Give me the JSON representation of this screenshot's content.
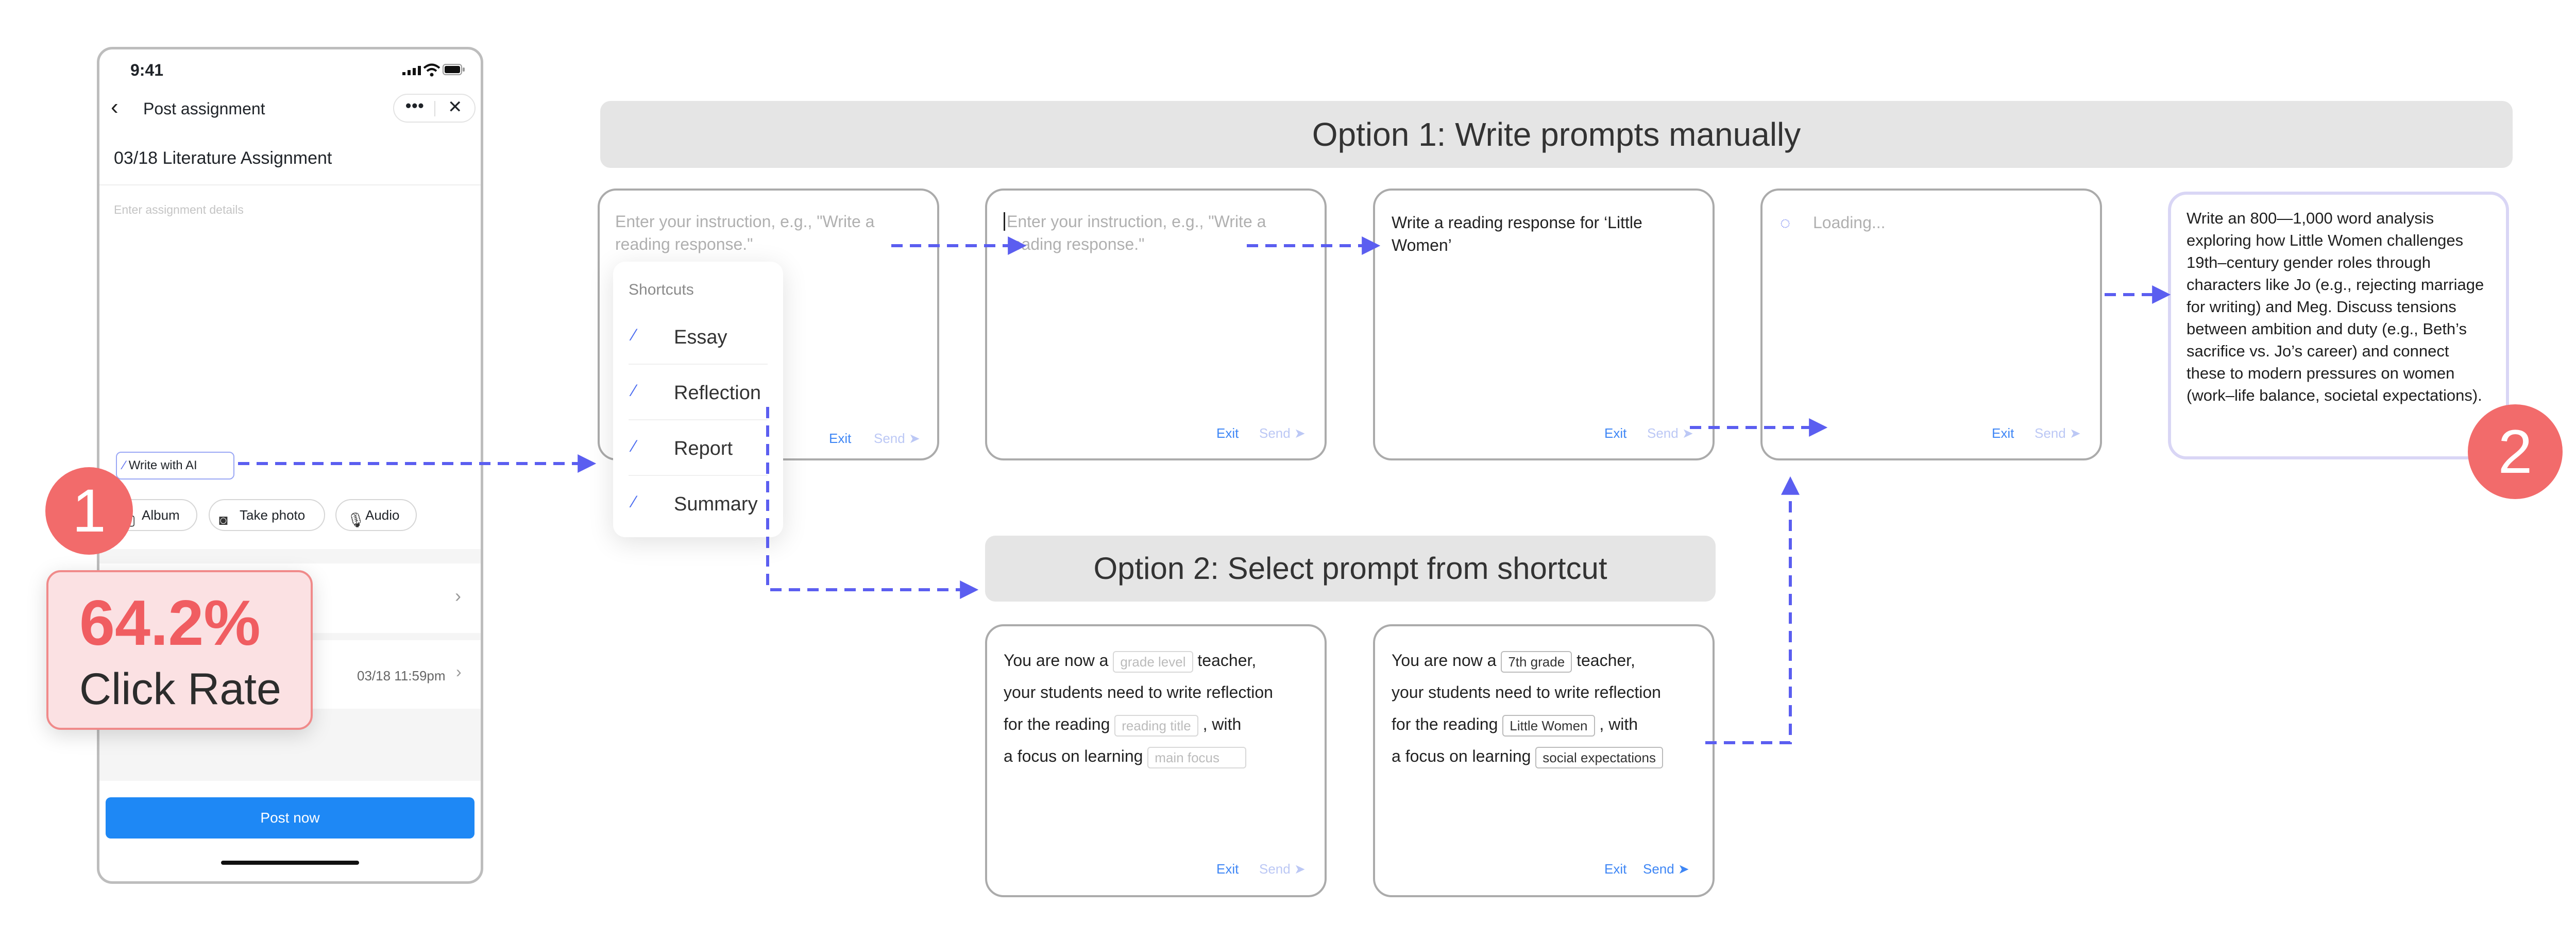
{
  "phone": {
    "time": "9:41",
    "header_title": "Post assignment",
    "more_label": "•••",
    "close_label": "✕",
    "assignment_title": "03/18 Literature Assignment",
    "details_placeholder": "Enter assignment details",
    "write_ai_label": "Write with AI",
    "attach": {
      "album": "Album",
      "photo": "Take photo",
      "audio": "Audio"
    },
    "due_date": "03/18 11:59pm",
    "post_label": "Post now"
  },
  "badges": {
    "one": "1",
    "two": "2"
  },
  "click_rate": {
    "value": "64.2%",
    "label": "Click Rate"
  },
  "option1": {
    "title": "Option 1: Write prompts manually"
  },
  "option2": {
    "title": "Option 2: Select prompt from shortcut"
  },
  "cards": {
    "instruction_placeholder_1": "Enter your instruction, e.g., \"Write a",
    "instruction_placeholder_2": "reading response.\"",
    "typed_1": "Write a reading response for ‘Little",
    "typed_2": "Women’",
    "loading": "Loading...",
    "exit": "Exit",
    "send": "Send"
  },
  "shortcuts": {
    "title": "Shortcuts",
    "items": [
      "Essay",
      "Reflection",
      "Report",
      "Summary"
    ]
  },
  "template": {
    "l1a": "You are now a",
    "l1b": "teacher,",
    "l2": "your students need to write reflection",
    "l3a": "for the reading",
    "l3b": ", with",
    "l4": "a focus on learning",
    "ph_grade": "grade level",
    "ph_title": "reading title",
    "ph_focus": "main focus",
    "val_grade": "7th grade",
    "val_title": "Little Women",
    "val_focus": "social expectations"
  },
  "result_text": "Write an 800—1,000 word analysis exploring how Little Women challenges 19th–century gender roles through characters like Jo (e.g., rejecting marriage for writing) and Meg. Discuss tensions between ambition and duty (e.g., Beth’s sacrifice vs. Jo’s career) and connect these to modern pressures on women (work–life balance, societal expectations).",
  "colors": {
    "accent": "#1e88f5",
    "badge": "#f26b6b",
    "flow": "#5b5ef0",
    "link": "#3e86f5"
  }
}
